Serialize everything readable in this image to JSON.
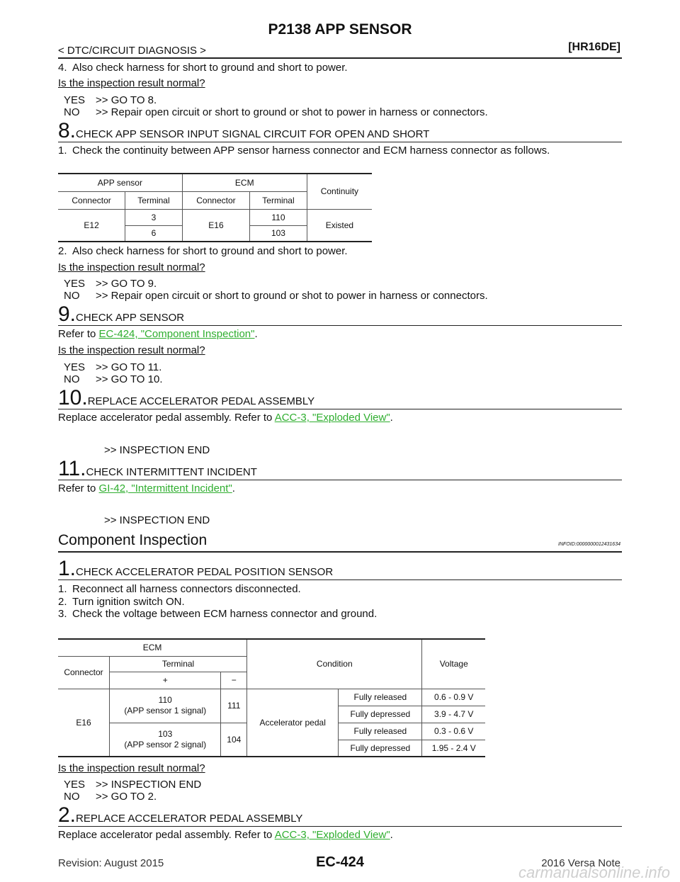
{
  "header": {
    "title": "P2138 APP SENSOR",
    "section": "< DTC/CIRCUIT DIAGNOSIS >",
    "engine": "[HR16DE]"
  },
  "s7_tail": {
    "step4": "4. Also check harness for short to ground and short to power.",
    "question": "Is the inspection result normal?",
    "yes": "YES >> GO TO 8.",
    "no": "NO  >> Repair open circuit or short to ground or shot to power in harness or connectors."
  },
  "s8": {
    "num": "8.",
    "title": "CHECK APP SENSOR INPUT SIGNAL CIRCUIT FOR OPEN AND SHORT",
    "step1": "1. Check the continuity between APP sensor harness connector and ECM harness connector as follows.",
    "table": {
      "h_app": "APP sensor",
      "h_ecm": "ECM",
      "h_cont": "Continuity",
      "h_conn1": "Connector",
      "h_term1": "Terminal",
      "h_conn2": "Connector",
      "h_term2": "Terminal",
      "conn1": "E12",
      "t1a": "3",
      "t1b": "6",
      "conn2": "E16",
      "t2a": "110",
      "t2b": "103",
      "cont": "Existed"
    },
    "step2": "2. Also check harness for short to ground and short to power.",
    "question": "Is the inspection result normal?",
    "yes": "YES >> GO TO 9.",
    "no": "NO  >> Repair open circuit or short to ground or shot to power in harness or connectors."
  },
  "s9": {
    "num": "9.",
    "title": "CHECK APP SENSOR",
    "refer_prefix": "Refer to ",
    "refer_link": "EC-424, \"Component Inspection\"",
    "refer_suffix": ".",
    "question": "Is the inspection result normal?",
    "yes": "YES >> GO TO 11.",
    "no": "NO  >> GO TO 10."
  },
  "s10": {
    "num": "10.",
    "title": "REPLACE ACCELERATOR PEDAL ASSEMBLY",
    "refer_prefix": "Replace accelerator pedal assembly. Refer to ",
    "refer_link": "ACC-3, \"Exploded View\"",
    "refer_suffix": ".",
    "end": ">> INSPECTION END"
  },
  "s11": {
    "num": "11.",
    "title": "CHECK INTERMITTENT INCIDENT",
    "refer_prefix": "Refer to ",
    "refer_link": "GI-42, \"Intermittent Incident\"",
    "refer_suffix": ".",
    "end": ">> INSPECTION END"
  },
  "component": {
    "heading": "Component Inspection",
    "infoid": "INFOID:0000000012431634"
  },
  "c1": {
    "num": "1.",
    "title": "CHECK ACCELERATOR PEDAL POSITION SENSOR",
    "step1": "1. Reconnect all harness connectors disconnected.",
    "step2": "2. Turn ignition switch ON.",
    "step3": "3. Check the voltage between ECM harness connector and ground.",
    "table": {
      "h_ecm": "ECM",
      "h_cond": "Condition",
      "h_volt": "Voltage",
      "h_conn": "Connector",
      "h_term": "Terminal",
      "h_plus": "+",
      "h_minus": "−",
      "conn": "E16",
      "plus1": "110\n(APP sensor 1 signal)",
      "minus1": "111",
      "plus2": "103\n(APP sensor 2 signal)",
      "minus2": "104",
      "cond": "Accelerator pedal",
      "rows": [
        {
          "state": "Fully released",
          "volt": "0.6 - 0.9 V"
        },
        {
          "state": "Fully depressed",
          "volt": "3.9 - 4.7 V"
        },
        {
          "state": "Fully released",
          "volt": "0.3 - 0.6 V"
        },
        {
          "state": "Fully depressed",
          "volt": "1.95 - 2.4 V"
        }
      ]
    },
    "question": "Is the inspection result normal?",
    "yes": "YES >> INSPECTION END",
    "no": "NO  >> GO TO 2."
  },
  "c2": {
    "num": "2.",
    "title": "REPLACE ACCELERATOR PEDAL ASSEMBLY",
    "refer_prefix": "Replace accelerator pedal assembly. Refer to ",
    "refer_link": "ACC-3, \"Exploded View\"",
    "refer_suffix": "."
  },
  "footer": {
    "revision": "Revision: August 2015",
    "page": "EC-424",
    "model": "2016 Versa Note",
    "watermark": "carmanualsonline.info"
  }
}
